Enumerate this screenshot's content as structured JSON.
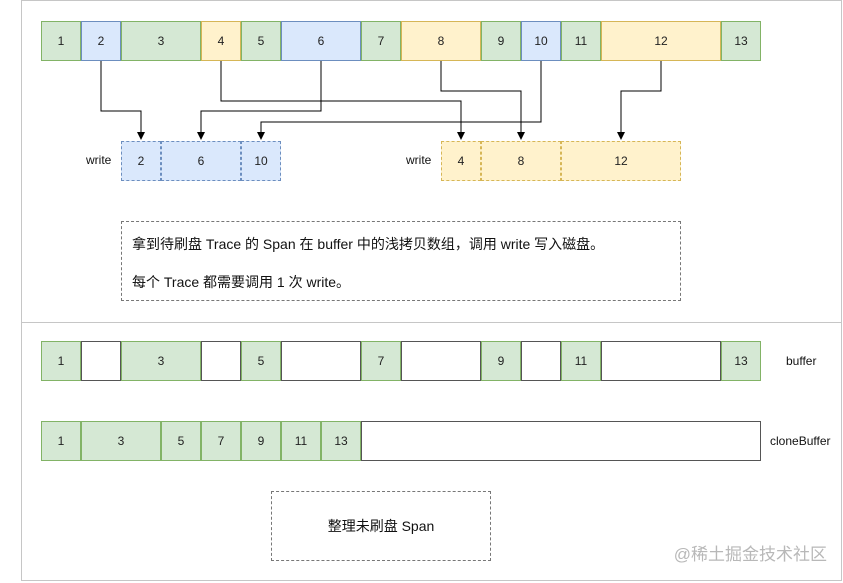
{
  "top_row": {
    "cells": [
      {
        "label": "1",
        "color": "green"
      },
      {
        "label": "2",
        "color": "blue"
      },
      {
        "label": "3",
        "color": "green"
      },
      {
        "label": "4",
        "color": "yellow"
      },
      {
        "label": "5",
        "color": "green"
      },
      {
        "label": "6",
        "color": "blue"
      },
      {
        "label": "7",
        "color": "green"
      },
      {
        "label": "8",
        "color": "yellow"
      },
      {
        "label": "9",
        "color": "green"
      },
      {
        "label": "10",
        "color": "blue"
      },
      {
        "label": "11",
        "color": "green"
      },
      {
        "label": "12",
        "color": "yellow"
      },
      {
        "label": "13",
        "color": "green"
      }
    ]
  },
  "write_groups": [
    {
      "label": "write",
      "cells": [
        "2",
        "6",
        "10"
      ],
      "color": "blue"
    },
    {
      "label": "write",
      "cells": [
        "4",
        "8",
        "12"
      ],
      "color": "yellow"
    }
  ],
  "note": {
    "line1": "拿到待刷盘 Trace 的 Span 在 buffer 中的浅拷贝数组，调用 write 写入磁盘。",
    "line2": "每个 Trace 都需要调用 1 次 write。"
  },
  "buffer_row": {
    "label": "buffer",
    "cells": [
      "1",
      "",
      "3",
      "",
      "5",
      "",
      "7",
      "",
      "9",
      "",
      "11",
      "",
      "13"
    ]
  },
  "clone_row": {
    "label": "cloneBuffer",
    "cells": [
      "1",
      "3",
      "5",
      "7",
      "9",
      "11",
      "13",
      ""
    ]
  },
  "bottom_box": {
    "text": "整理未刷盘 Span"
  },
  "watermark": "@稀土掘金技术社区",
  "colors": {
    "green_fill": "#d5e8d4",
    "green_stroke": "#82b366",
    "blue_fill": "#dae8fc",
    "blue_stroke": "#6c8ebf",
    "yellow_fill": "#fff2cc",
    "yellow_stroke": "#d6b656"
  }
}
